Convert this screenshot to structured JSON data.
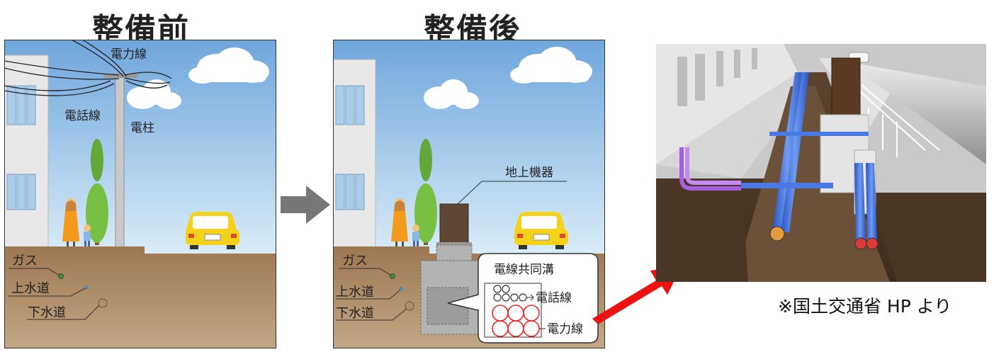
{
  "before": {
    "title": "整備前",
    "labels": {
      "power_line": "電力線",
      "phone_line": "電話線",
      "pole": "電柱",
      "gas": "ガス",
      "water": "上水道",
      "sewer": "下水道"
    }
  },
  "after": {
    "title": "整備後",
    "labels": {
      "ground_equipment": "地上機器",
      "trench": "電線共同溝",
      "phone_line": "電話線",
      "power_line": "電力線",
      "gas": "ガス",
      "water": "上水道",
      "sewer": "下水道"
    }
  },
  "credit": "※国土交通省 HP より",
  "colors": {
    "sky_top": "#6ea6dd",
    "sky_bottom": "#d9ecf7",
    "ground": "#a47e5b",
    "car": "#f5d21a",
    "arrow_gray": "#777777",
    "arrow_red": "#ee1111",
    "pipe_blue": "#3d6fe0"
  }
}
